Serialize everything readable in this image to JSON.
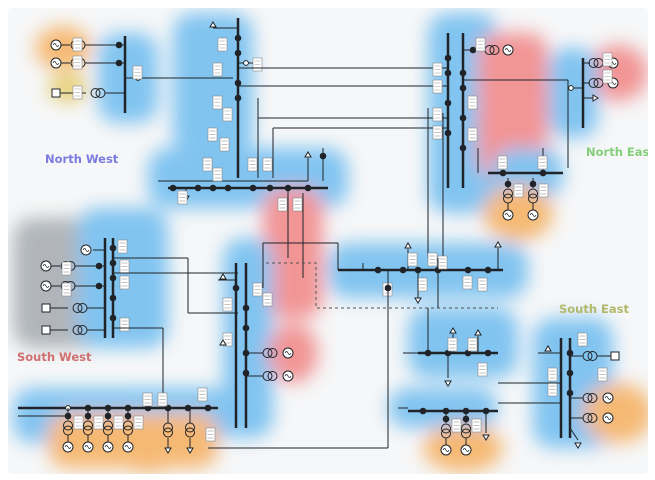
{
  "regions": {
    "north_west": {
      "label": "North West",
      "color": "#7b7be0"
    },
    "north_east": {
      "label": "North East",
      "color": "#86cf7a"
    },
    "south_west": {
      "label": "South West",
      "color": "#cf6f6f"
    },
    "south_east": {
      "label": "South East",
      "color": "#b3b86a"
    }
  },
  "heat_colors": {
    "blue": "#5ab3ee",
    "red": "#f07575",
    "orange": "#f5a54a",
    "gray": "#9aa0a6",
    "yellow": "#e0c24a"
  },
  "line_color": "#202428",
  "dashed_line_color": "#555555",
  "icons": [
    "generator-icon",
    "transformer-icon",
    "load-arrow-icon",
    "switch-icon",
    "breaker-icon"
  ]
}
